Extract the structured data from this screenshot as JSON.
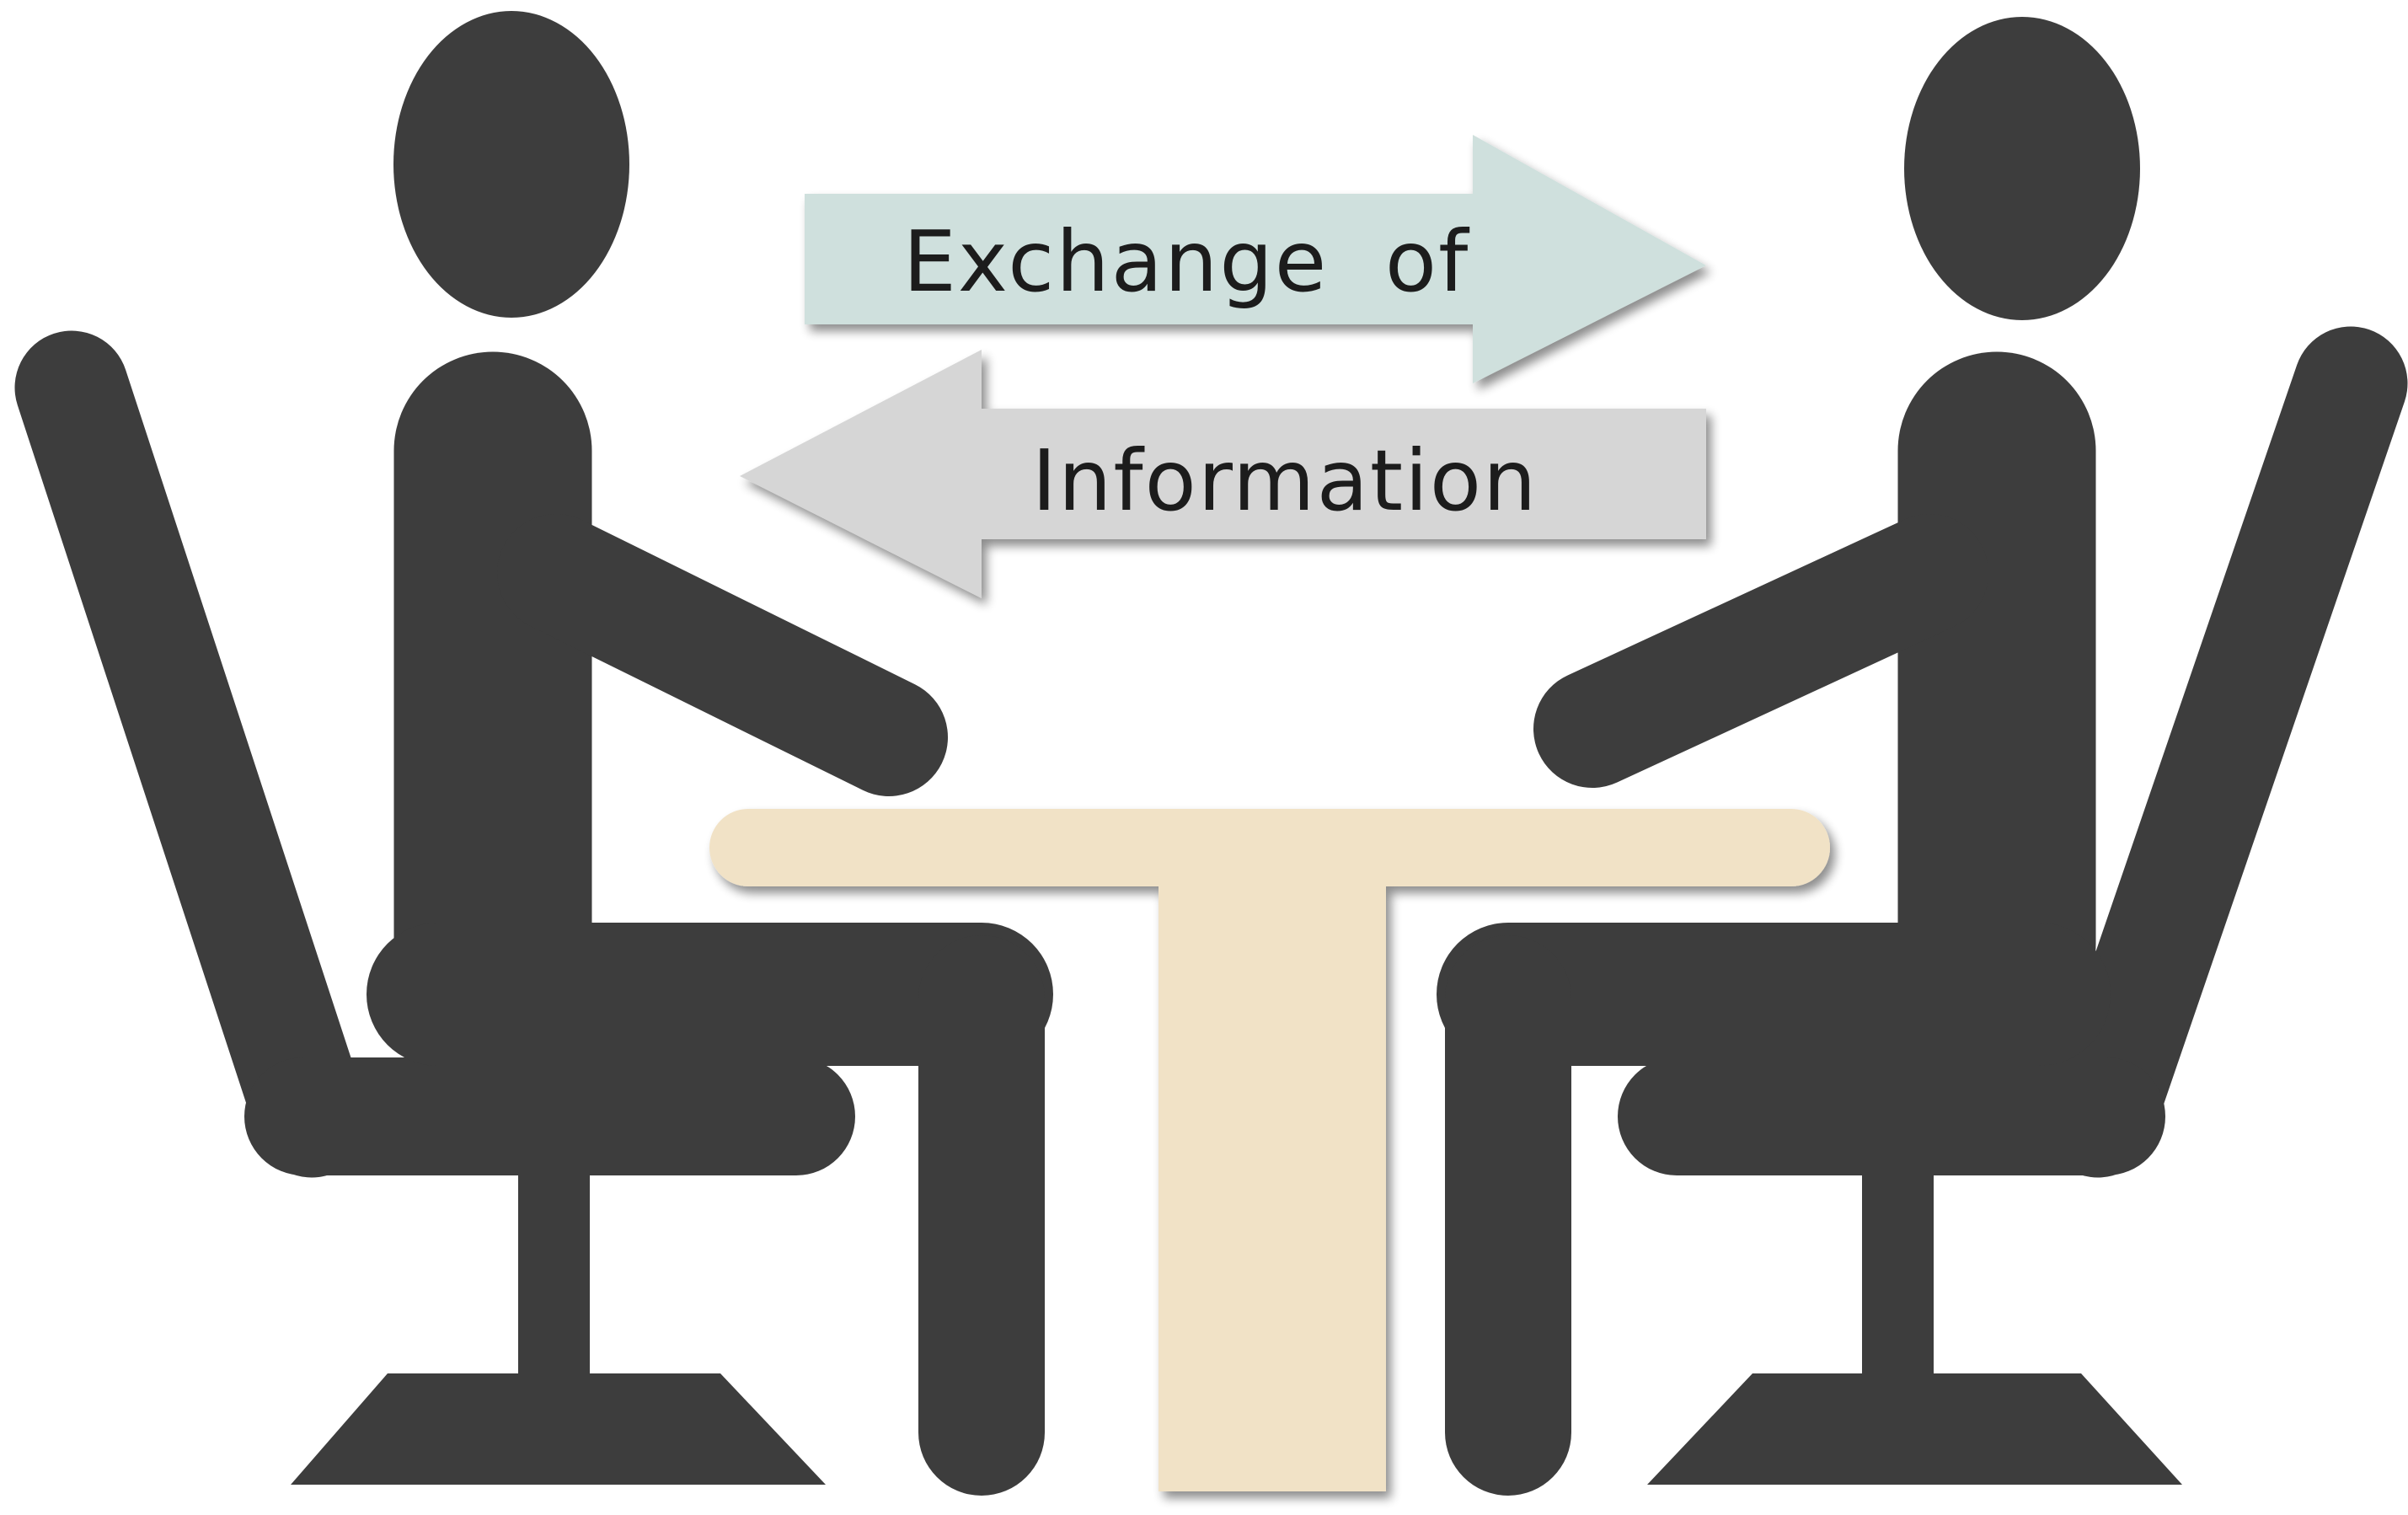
{
  "arrows": {
    "top": {
      "label": "Exchange  of",
      "direction": "right",
      "color": "#cfe0dd"
    },
    "bottom": {
      "label": "Information",
      "direction": "left",
      "color": "#d6d6d6"
    }
  },
  "figures": {
    "person_color": "#3d3d3d",
    "chair_color": "#3d3d3d"
  },
  "table": {
    "color": "#f1e2c6"
  }
}
